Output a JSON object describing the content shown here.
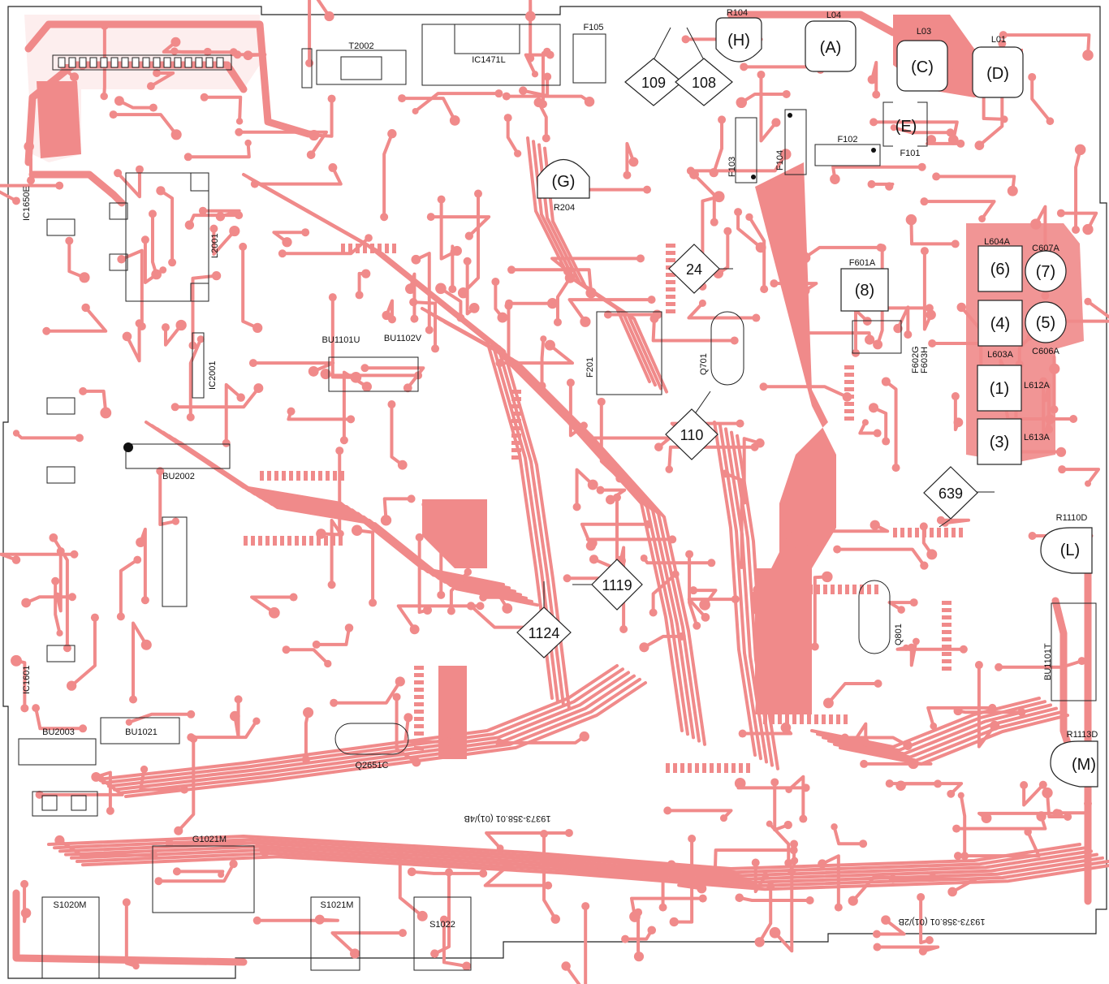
{
  "board": {
    "copper_color": "#f08a8a",
    "outline_color": "#222222",
    "background": "#ffffff"
  },
  "components": {
    "T2002": "T2002",
    "IC1471L": "IC1471L",
    "F105": "F105",
    "R104": "R104",
    "L04": "L04",
    "L03": "L03",
    "L01": "L01",
    "F103": "F103",
    "F104": "F104",
    "F102": "F102",
    "F101": "F101",
    "R204": "R204",
    "IC1650E": "IC1650E",
    "L2001": "L2001",
    "IC2001": "IC2001",
    "BU1101U": "BU1101U",
    "BU1102V": "BU1102V",
    "F201": "F201",
    "Q701": "Q701",
    "L604A": "L604A",
    "C607A": "C607A",
    "F601A": "F601A",
    "L603A": "L603A",
    "C606A": "C606A",
    "F602G": "F602G",
    "F603H": "F603H",
    "L612A": "L612A",
    "L613A": "L613A",
    "BU2002": "BU2002",
    "R1110D": "R1110D",
    "Q801": "Q801",
    "BU1101T": "BU1101T",
    "IC1601": "IC1601",
    "BU2003": "BU2003",
    "BU1021": "BU1021",
    "Q2651C": "Q2651C",
    "R1113D": "R1113D",
    "G1021M": "G1021M",
    "S1020M": "S1020M",
    "S1021M": "S1021M",
    "S1022": "S1022"
  },
  "callouts": {
    "A": "(A)",
    "C": "(C)",
    "D": "(D)",
    "E": "(E)",
    "G": "(G)",
    "H": "(H)",
    "n1": "(1)",
    "n3": "(3)",
    "n4": "(4)",
    "n5": "(5)",
    "n6": "(6)",
    "n7": "(7)",
    "n8": "(8)",
    "L": "(L)",
    "M": "(M)"
  },
  "test_points": {
    "tp109": "109",
    "tp108": "108",
    "tp24": "24",
    "tp110": "110",
    "tp639": "639",
    "tp1119": "1119",
    "tp1124": "1124"
  },
  "board_marks": {
    "center_mark": "19373-358.01 (01)/4B",
    "corner_mark": "19373-358.01 (01)/2B"
  }
}
